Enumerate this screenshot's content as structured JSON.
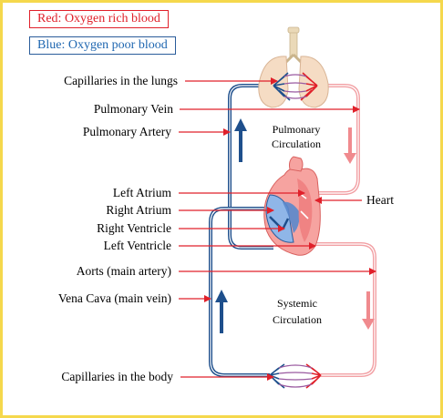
{
  "legend": {
    "red": "Red: Oxygen rich blood",
    "blue": "Blue: Oxygen poor blood"
  },
  "labels": {
    "capillaries_lungs": "Capillaries in the lungs",
    "pulmonary_vein": "Pulmonary Vein",
    "pulmonary_artery": "Pulmonary Artery",
    "left_atrium": "Left Atrium",
    "right_atrium": "Right Atrium",
    "right_ventricle": "Right Ventricle",
    "left_ventricle": "Left Ventricle",
    "aorta": "Aorts (main artery)",
    "vena_cava": "Vena Cava (main vein)",
    "capillaries_body": "Capillaries in the body",
    "heart": "Heart"
  },
  "circuits": {
    "pulmonary_line1": "Pulmonary",
    "pulmonary_line2": "Circulation",
    "systemic_line1": "Systemic",
    "systemic_line2": "Circulation"
  },
  "colors": {
    "oxygen_rich": "#e0202a",
    "oxygen_rich_vessel": "#f2a0a4",
    "oxygen_poor": "#1e4f8c",
    "pointer": "#e0202a",
    "border": "#f5d84c"
  }
}
